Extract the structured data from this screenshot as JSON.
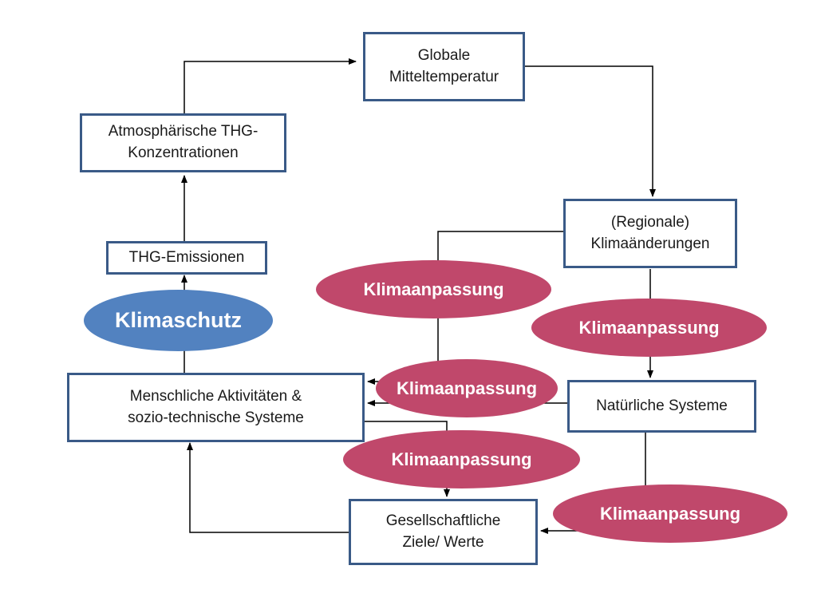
{
  "boxes": {
    "global_temp": "Globale\nMitteltemperatur",
    "atmos_thg": "Atmosphärische THG-\nKonzentrationen",
    "regional_climate": "(Regionale)\nKlimaänderungen",
    "thg_emissions": "THG-Emissionen",
    "human_activities": "Menschliche Aktivitäten &\nsozio-technische Systeme",
    "natural_systems": "Natürliche Systeme",
    "social_goals": "Gesellschaftliche\nZiele/ Werte"
  },
  "ellipses": {
    "protection": "Klimaschutz",
    "adaptation_1": "Klimaanpassung",
    "adaptation_2": "Klimaanpassung",
    "adaptation_3": "Klimaanpassung",
    "adaptation_4": "Klimaanpassung",
    "adaptation_5": "Klimaanpassung"
  },
  "colors": {
    "box_border": "#3a5a87",
    "adaptation_fill": "#c0486b",
    "protection_fill": "#5282c0",
    "connector": "#000000"
  }
}
